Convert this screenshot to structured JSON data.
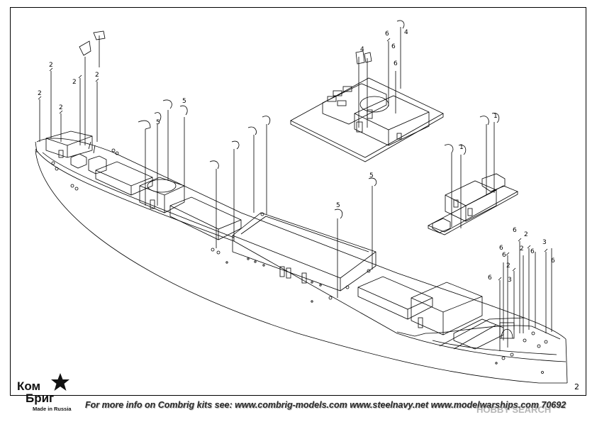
{
  "sheet": {
    "page_number": "2",
    "footer_text": "For more info on Combrig kits see: www.combrig-models.com www.steelnavy.net  www.modelwarships.com  70692",
    "watermark": "HOBBY SEARCH"
  },
  "brand": {
    "logo_line1": "Ком",
    "logo_line2": "Бриг",
    "made_in": "Made in Russia"
  },
  "part_numbers": [
    "1",
    "2",
    "3",
    "4",
    "5",
    "6"
  ],
  "colors": {
    "line": "#000000",
    "paper": "#ffffff",
    "footer": "#2a2a2a"
  }
}
